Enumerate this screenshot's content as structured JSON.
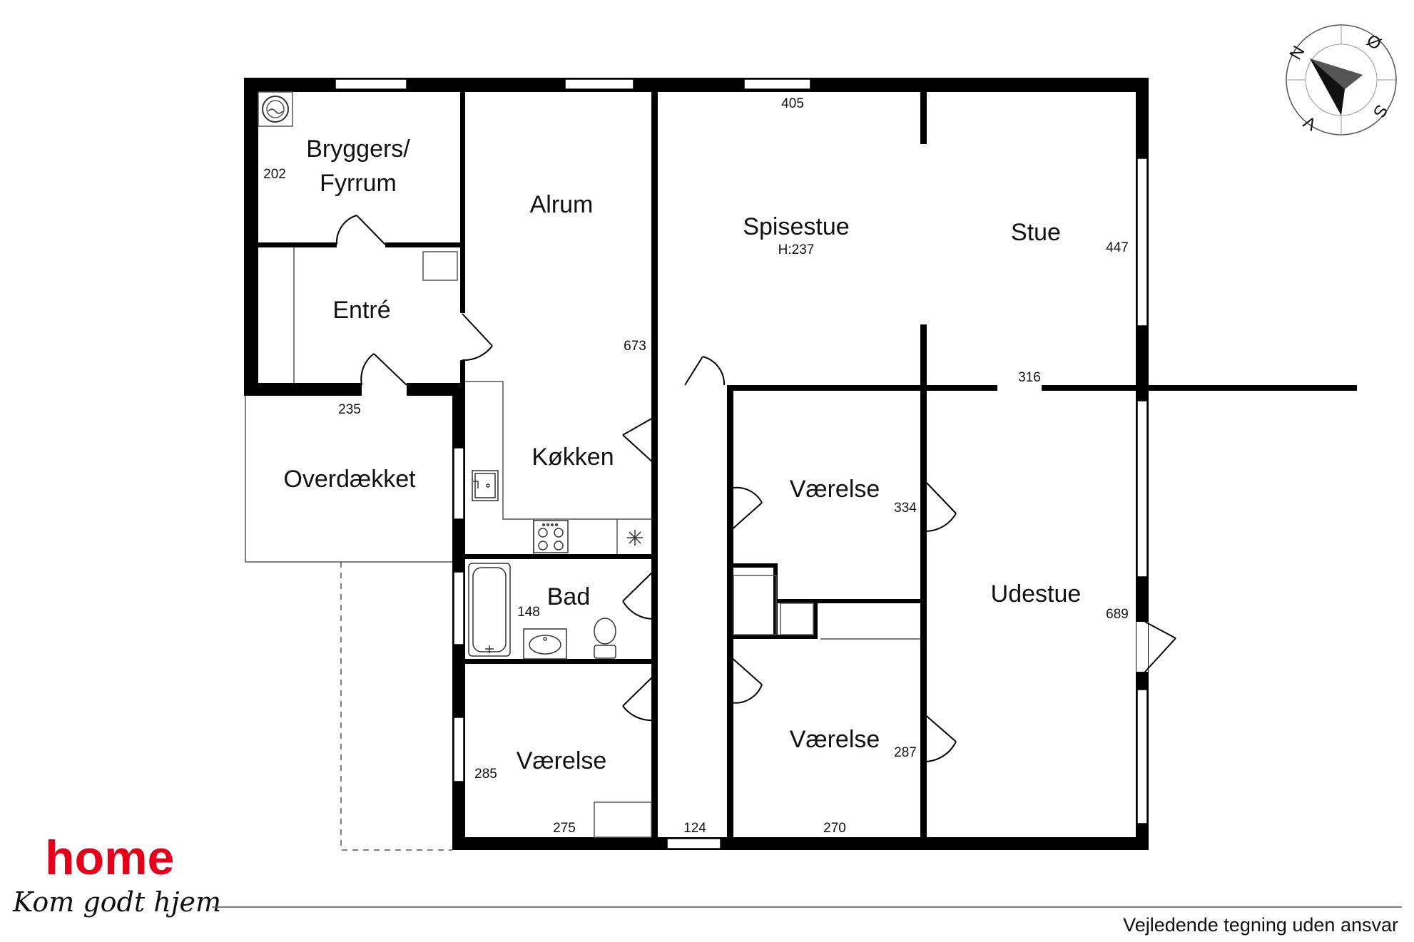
{
  "rooms": {
    "bryggers_line1": "Bryggers/",
    "bryggers_line2": "Fyrrum",
    "alrum": "Alrum",
    "spisestue": "Spisestue",
    "spisestue_height": "H:237",
    "stue": "Stue",
    "entre": "Entré",
    "overdaekket": "Overdækket",
    "kokken": "Køkken",
    "vaerelse_mid_top": "Værelse",
    "udestue": "Udestue",
    "bad": "Bad",
    "vaerelse_bottom_left": "Værelse",
    "vaerelse_bottom_mid": "Værelse"
  },
  "dimensions": {
    "d202": "202",
    "d405": "405",
    "d447": "447",
    "d673": "673",
    "d316": "316",
    "d235": "235",
    "d334": "334",
    "d689": "689",
    "d148": "148",
    "d285": "285",
    "d287": "287",
    "d275": "275",
    "d124": "124",
    "d270": "270"
  },
  "compass": {
    "n": "N",
    "o": "Ø",
    "s": "S",
    "v": "V"
  },
  "branding": {
    "logo_text": "home",
    "slogan": "Kom godt hjem",
    "disclaimer": "Vejledende tegning uden ansvar",
    "logo_color": "#e2001a"
  }
}
